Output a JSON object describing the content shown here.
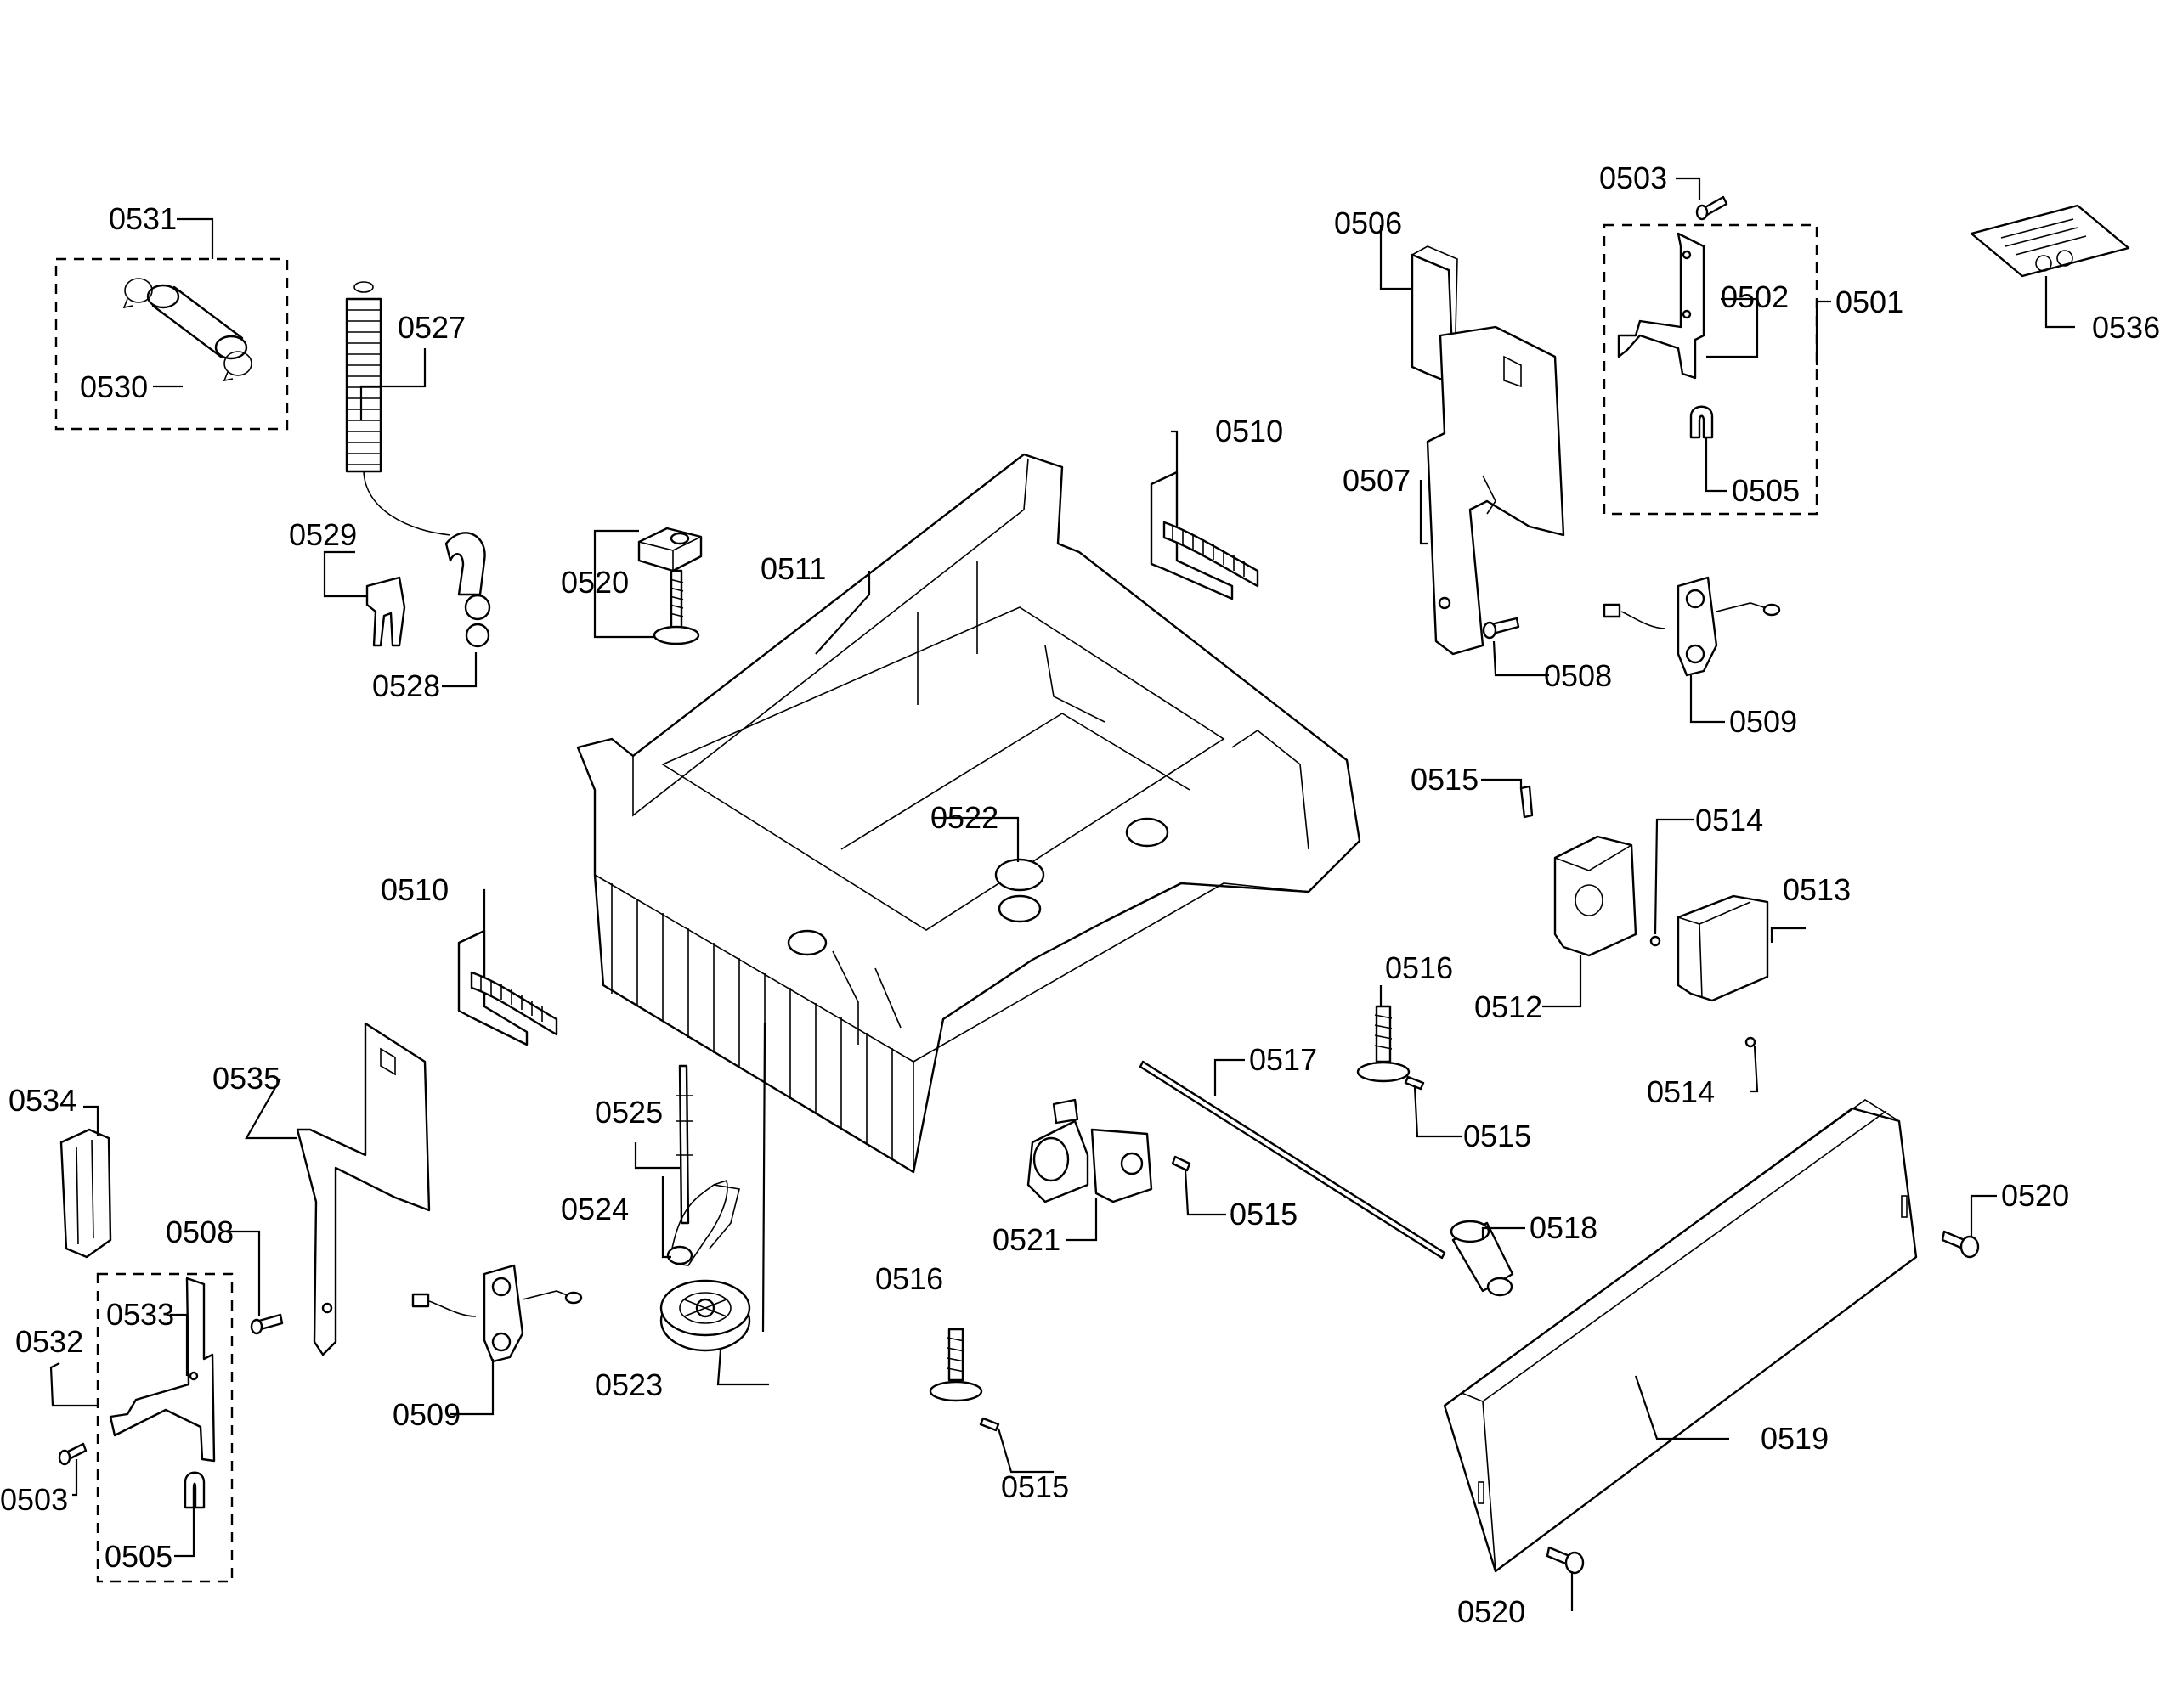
{
  "callouts": {
    "c0501": "0501",
    "c0502": "0502",
    "c0503a": "0503",
    "c0503b": "0503",
    "c0505a": "0505",
    "c0505b": "0505",
    "c0506": "0506",
    "c0507": "0507",
    "c0508a": "0508",
    "c0508b": "0508",
    "c0509a": "0509",
    "c0509b": "0509",
    "c0510a": "0510",
    "c0510b": "0510",
    "c0511": "0511",
    "c0512": "0512",
    "c0513": "0513",
    "c0514a": "0514",
    "c0514b": "0514",
    "c0515a": "0515",
    "c0515b": "0515",
    "c0515c": "0515",
    "c0515d": "0515",
    "c0516a": "0516",
    "c0516b": "0516",
    "c0517": "0517",
    "c0518": "0518",
    "c0519": "0519",
    "c0520a": "0520",
    "c0520b": "0520",
    "c0520c": "0520",
    "c0521": "0521",
    "c0522": "0522",
    "c0523": "0523",
    "c0524": "0524",
    "c0525": "0525",
    "c0527": "0527",
    "c0528": "0528",
    "c0529": "0529",
    "c0530": "0530",
    "c0531": "0531",
    "c0532": "0532",
    "c0533": "0533",
    "c0534": "0534",
    "c0535": "0535",
    "c0536": "0536"
  }
}
